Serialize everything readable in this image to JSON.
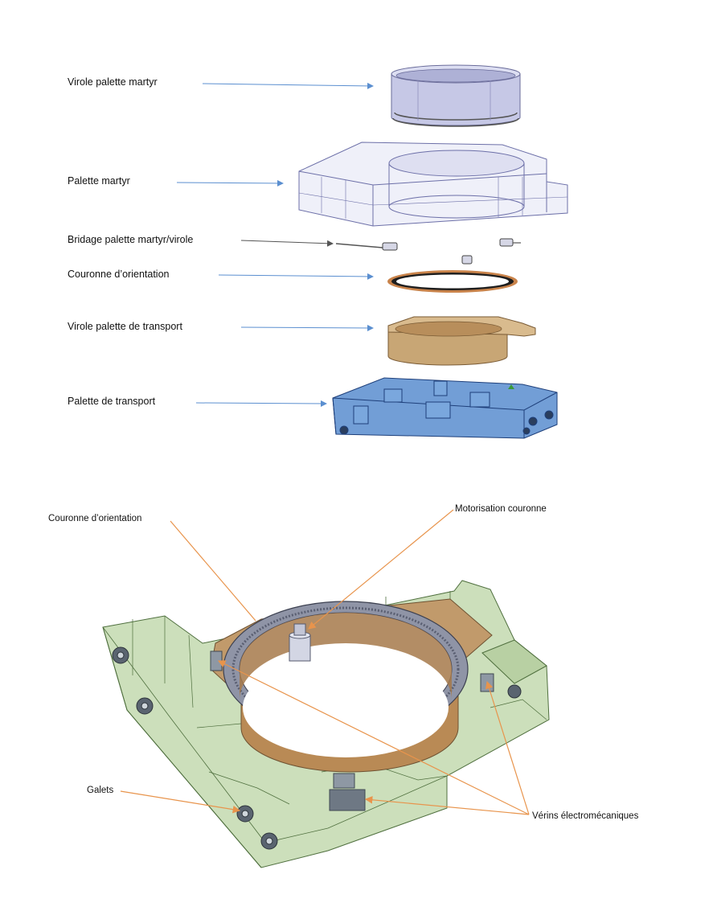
{
  "exploded_view": {
    "labels": [
      "Virole palette martyr",
      "Palette martyr",
      "Bridage palette martyr/virole",
      "Couronne d’orientation",
      "Virole palette de transport",
      "Palette de transport"
    ]
  },
  "assembly_view": {
    "labels": {
      "couronne": "Couronne d’orientation",
      "motorisation": "Motorisation couronne",
      "galets": "Galets",
      "verins": "Vérins électromécaniques"
    }
  },
  "colors": {
    "blue_leader": "#5b8fd0",
    "orange_leader": "#e8944c",
    "martyr_lavender": "#c6c8e6",
    "bronze": "#c19a6b",
    "transport_blue": "#4f86cc",
    "frame_green": "#b9d2a4"
  }
}
